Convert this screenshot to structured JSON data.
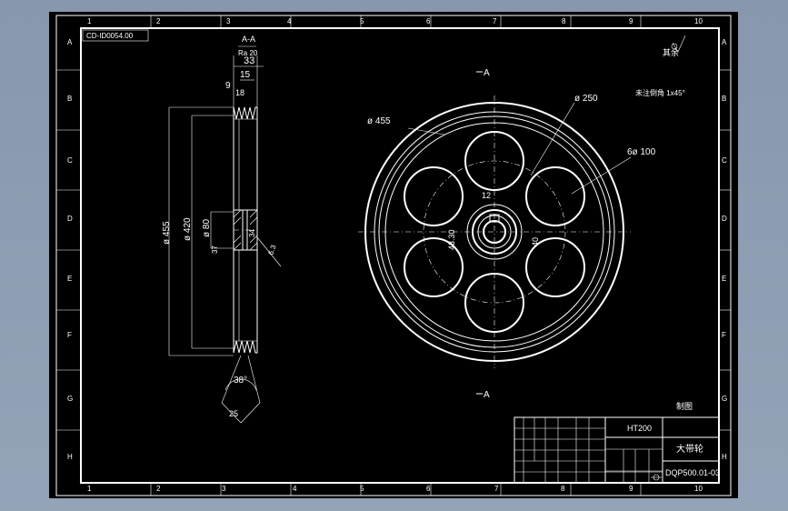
{
  "drawing": {
    "code_box": "CD-ID0054.00",
    "section_title": "A-A",
    "section_small_label": "Ra 20",
    "cut_label_top": "A",
    "cut_label_bottom": "A",
    "roughness_note": "其余",
    "tech_note": "未注倒角 1x45°",
    "material_note": "HT200",
    "corner_label": "制图",
    "dims": {
      "d33": "33",
      "d15": "15",
      "d9": "9",
      "d18": "18",
      "d455_side": "ø 455",
      "d420": "ø 420",
      "d80": "ø 80",
      "d34": "34",
      "d37": "37",
      "d63": "6.3",
      "d38": "38°",
      "d25": "25",
      "dia455": "ø 455",
      "dia250": "ø 250",
      "six100": "6ø 100",
      "d12": "12",
      "d4330": "43.30",
      "d40": "40"
    },
    "col_numbers": [
      "1",
      "2",
      "3",
      "4",
      "5",
      "6",
      "7",
      "8",
      "9",
      "10"
    ],
    "row_letters": [
      "A",
      "B",
      "C",
      "D",
      "E",
      "F",
      "G",
      "H"
    ],
    "titleblock": {
      "material": "HT200",
      "part_name": "大带轮",
      "drawing_number": "DQP500.01-03"
    }
  }
}
